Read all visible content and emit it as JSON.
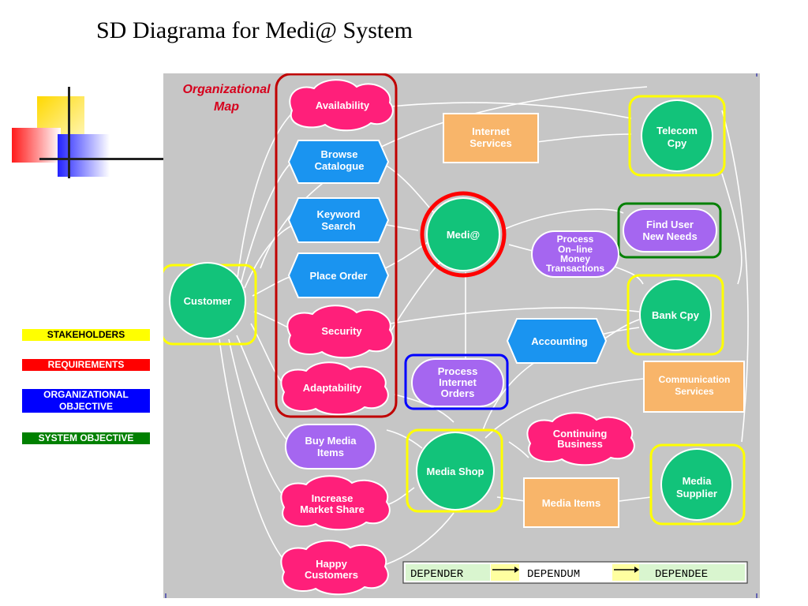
{
  "slide": {
    "title": "SD Diagrama  for Medi@ System"
  },
  "map_label": [
    "Organizational",
    "Map"
  ],
  "legend": [
    {
      "label": "STAKEHOLDERS",
      "bg": "#ffff00",
      "fg": "#000000"
    },
    {
      "label": "REQUIREMENTS",
      "bg": "#ff0000",
      "fg": "#ffffff"
    },
    {
      "label": "ORGANIZATIONAL OBJECTIVE",
      "bg": "#0000ff",
      "fg": "#ffffff"
    },
    {
      "label": "SYSTEM OBJECTIVE",
      "bg": "#008000",
      "fg": "#ffffff"
    }
  ],
  "colors": {
    "actor": "#12c37a",
    "softgoal": "#ff1f7a",
    "task": "#1a94f0",
    "goal": "#a566f0",
    "resource": "#f8b56a",
    "stakeholder_frame": "#ffff00",
    "requirement_frame": "#c00000",
    "org_objective_frame": "#0000ff",
    "system_objective_frame": "#008000",
    "system_actor_ring": "#ff0000"
  },
  "nodes": {
    "customer": "Customer",
    "medi": "Medi@",
    "media_shop": "Media Shop",
    "telecom": [
      "Telecom",
      "Cpy"
    ],
    "bank": "Bank Cpy",
    "media_supplier": [
      "Media",
      "Supplier"
    ],
    "availability": "Availability",
    "browse": [
      "Browse",
      "Catalogue"
    ],
    "keyword": [
      "Keyword",
      "Search"
    ],
    "place_order": "Place Order",
    "security": "Security",
    "adaptability": "Adaptability",
    "internet_services": [
      "Internet",
      "Services"
    ],
    "process_transactions": [
      "Process",
      "On–line",
      "Money",
      "Transactions"
    ],
    "find_needs": [
      "Find User",
      "New Needs"
    ],
    "accounting": "Accounting",
    "process_orders": [
      "Process",
      "Internet",
      "Orders"
    ],
    "communication": [
      "Communication",
      "Services"
    ],
    "buy_media": [
      "Buy Media",
      "Items"
    ],
    "continuing": [
      "Continuing",
      "Business"
    ],
    "increase_share": [
      "Increase",
      "Market Share"
    ],
    "media_items": "Media Items",
    "happy": [
      "Happy",
      "Customers"
    ]
  },
  "key": {
    "depender": "DEPENDER",
    "dependum": "DEPENDUM",
    "dependee": "DEPENDEE"
  }
}
